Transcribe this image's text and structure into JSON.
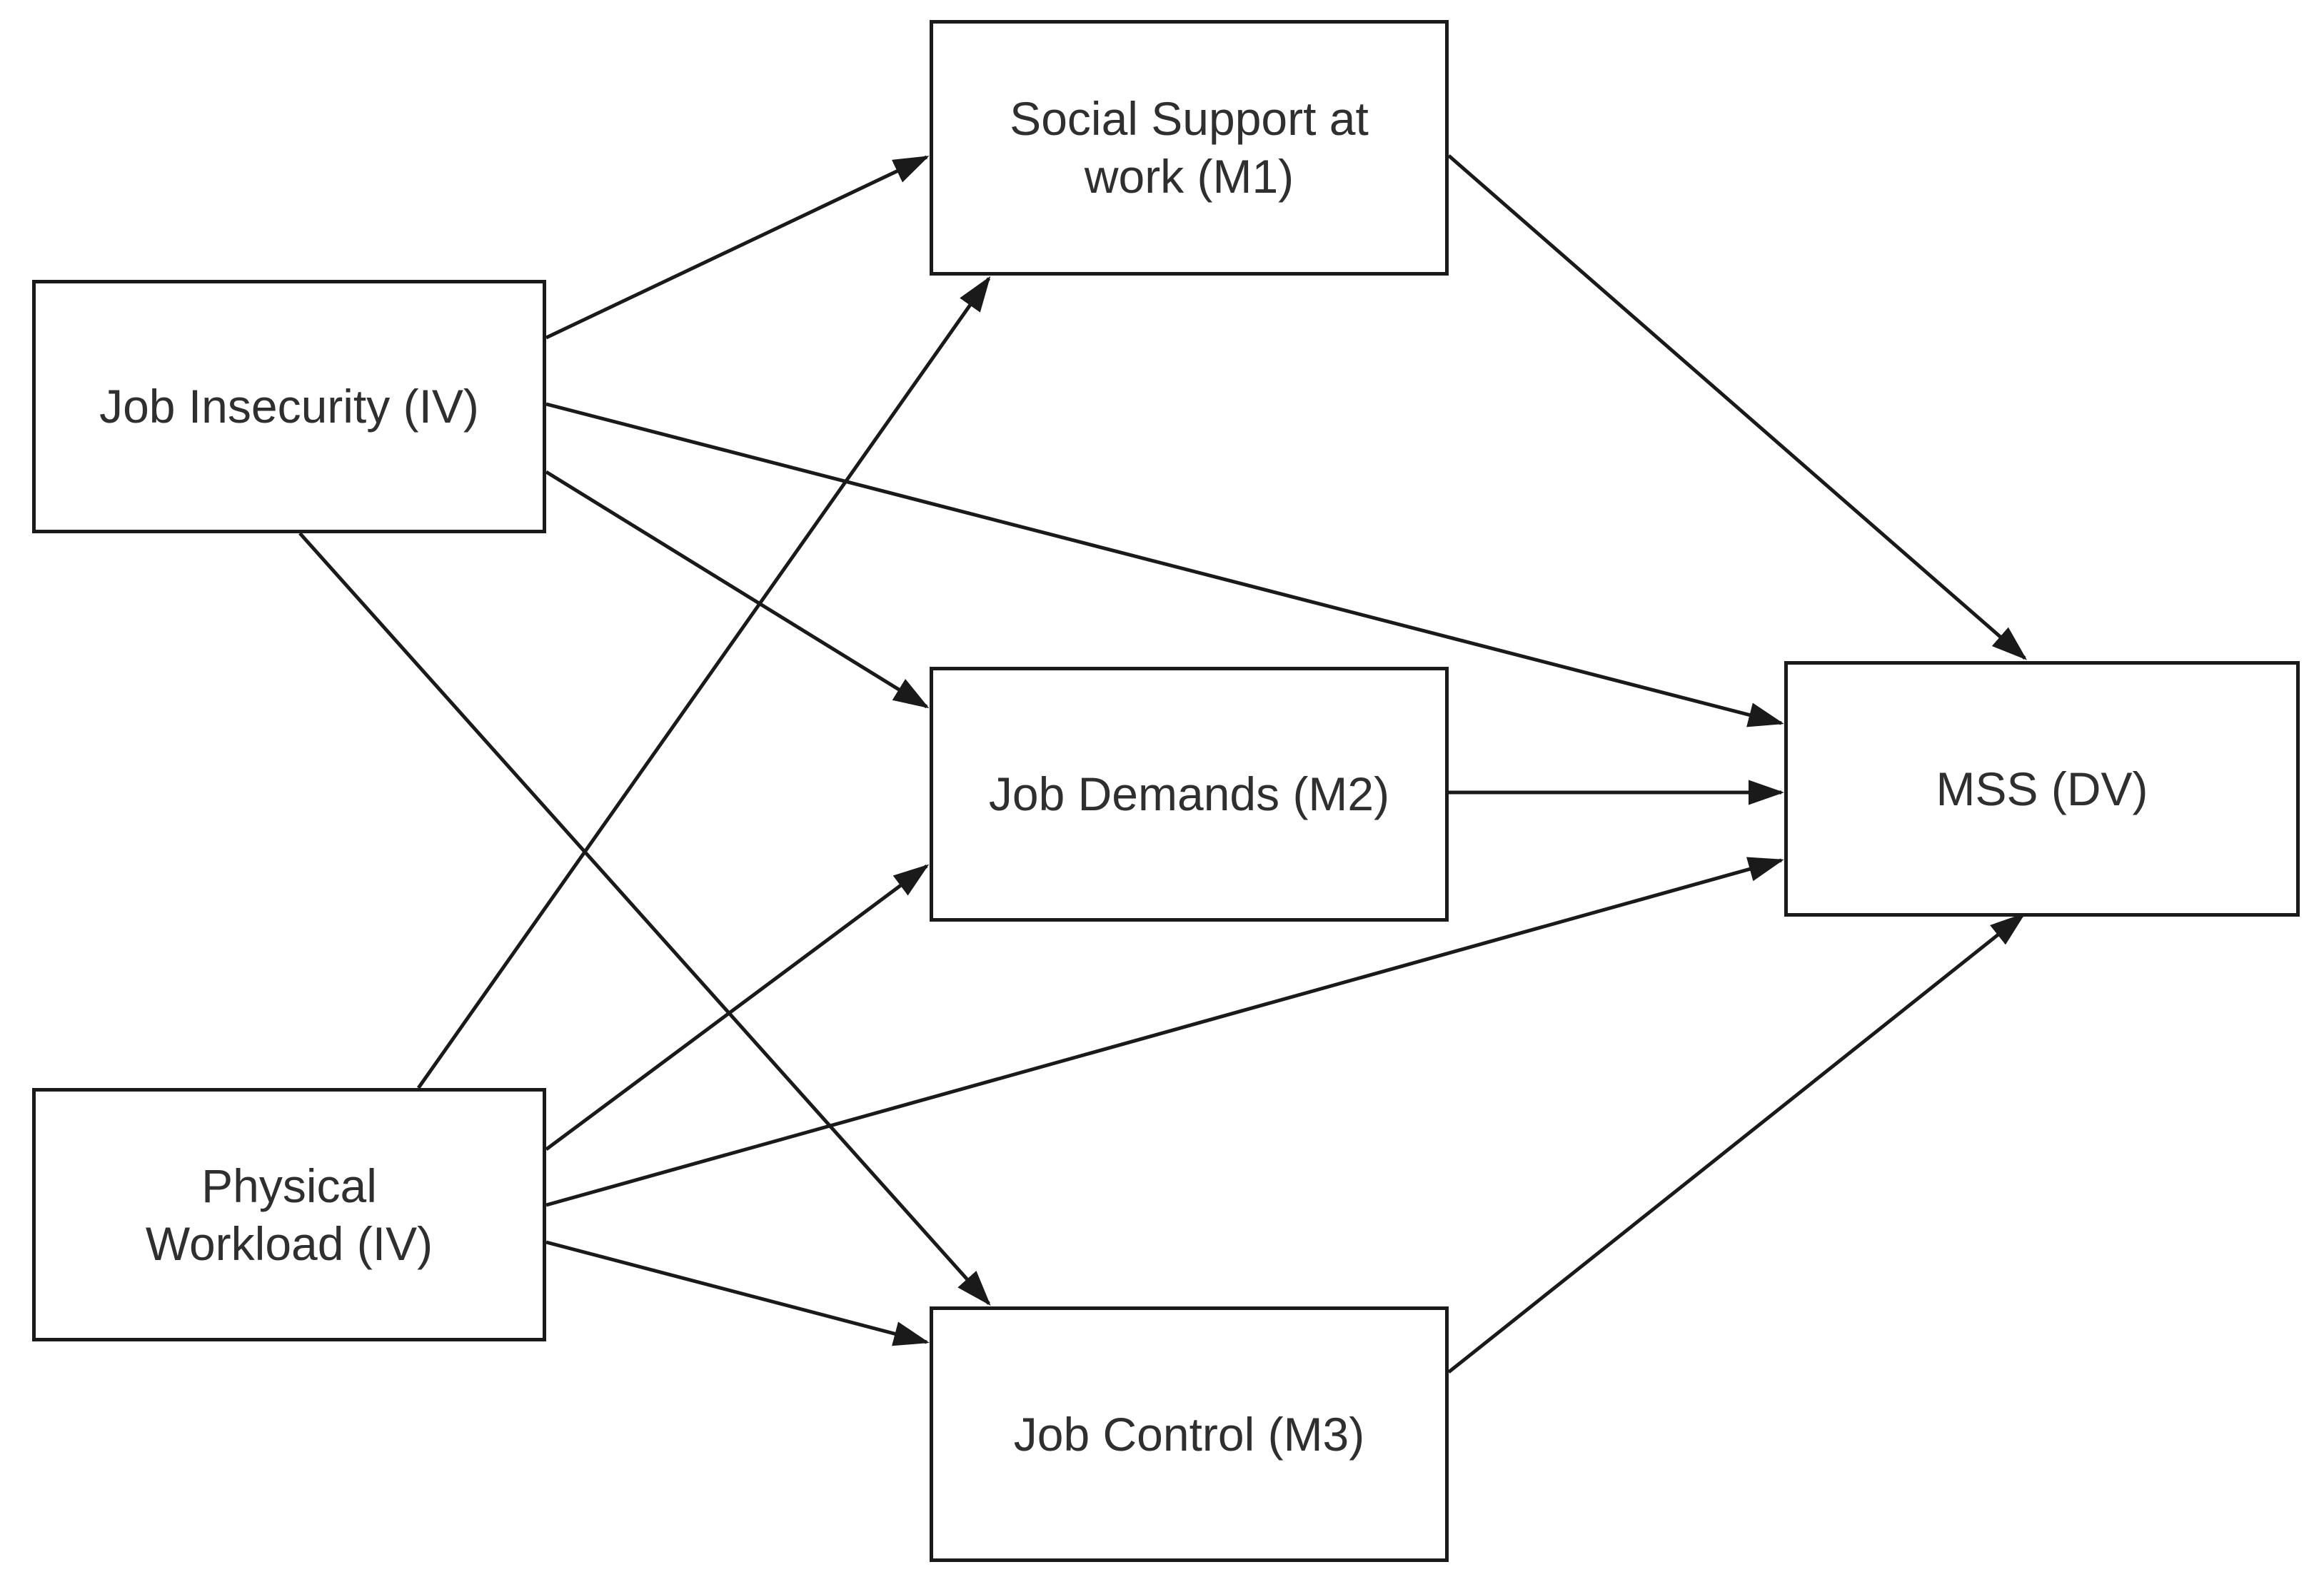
{
  "diagram": {
    "type": "mediation-path-model",
    "background": "#ffffff",
    "colors": {
      "line": "#1a1a1a",
      "box_border": "#1a1a1a",
      "box_fill": "#ffffff",
      "text": "#2f2f2f"
    },
    "nodes": {
      "job_insecurity": {
        "label": "Job Insecurity (IV)"
      },
      "physical_workload": {
        "label": "Physical\nWorkload (IV)"
      },
      "social_support": {
        "label": "Social Support at\nwork (M1)"
      },
      "job_demands": {
        "label": "Job Demands (M2)"
      },
      "job_control": {
        "label": "Job Control (M3)"
      },
      "mss": {
        "label": "MSS (DV)"
      }
    },
    "edges": [
      {
        "from": "job_insecurity",
        "to": "social_support"
      },
      {
        "from": "job_insecurity",
        "to": "mss"
      },
      {
        "from": "job_insecurity",
        "to": "job_demands"
      },
      {
        "from": "job_insecurity",
        "to": "job_control"
      },
      {
        "from": "physical_workload",
        "to": "social_support"
      },
      {
        "from": "physical_workload",
        "to": "job_demands"
      },
      {
        "from": "physical_workload",
        "to": "mss"
      },
      {
        "from": "physical_workload",
        "to": "job_control"
      },
      {
        "from": "social_support",
        "to": "mss"
      },
      {
        "from": "job_demands",
        "to": "mss"
      },
      {
        "from": "job_control",
        "to": "mss"
      }
    ]
  }
}
